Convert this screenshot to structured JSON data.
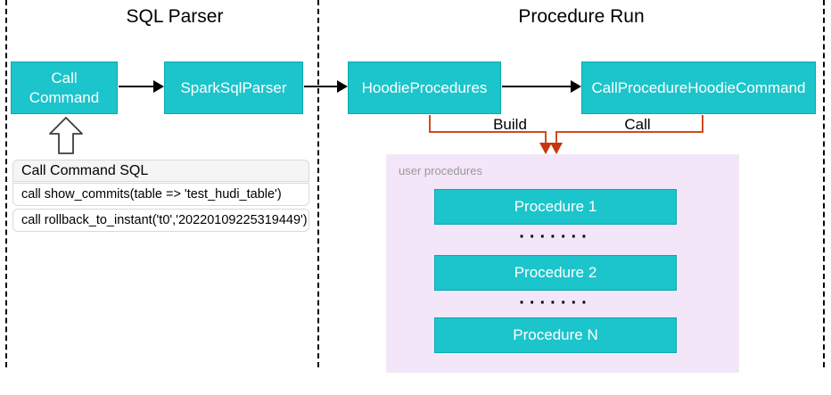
{
  "sections": {
    "sql_parser": {
      "title": "SQL Parser"
    },
    "procedure_run": {
      "title": "Procedure Run"
    }
  },
  "nodes": {
    "call_command": {
      "label": "Call Command"
    },
    "spark_sql_parser": {
      "label": "SparkSqlParser"
    },
    "hoodie_procedures": {
      "label": "HoodieProcedures"
    },
    "call_procedure_hoodie_command": {
      "label": "CallProcedureHoodieCommand"
    }
  },
  "sql_panel": {
    "header": "Call Command SQL",
    "rows": [
      "call show_commits(table => 'test_hudi_table')",
      "call rollback_to_instant('t0','20220109225319449')"
    ]
  },
  "edges": {
    "build_label": "Build",
    "call_label": "Call"
  },
  "user_procedures": {
    "label": "user procedures",
    "items": [
      "Procedure 1",
      "Procedure 2",
      "Procedure N"
    ],
    "ellipsis": "·······"
  },
  "colors": {
    "node_fill": "#1CC4CB",
    "node_border": "#0CA8B0",
    "connector_orange": "#D3491D",
    "connector_arrow": "#C8360B",
    "group_fill": "#F3E6F9",
    "group_label_gray": "#999999",
    "panel_header_fill": "#F5F5F5"
  }
}
